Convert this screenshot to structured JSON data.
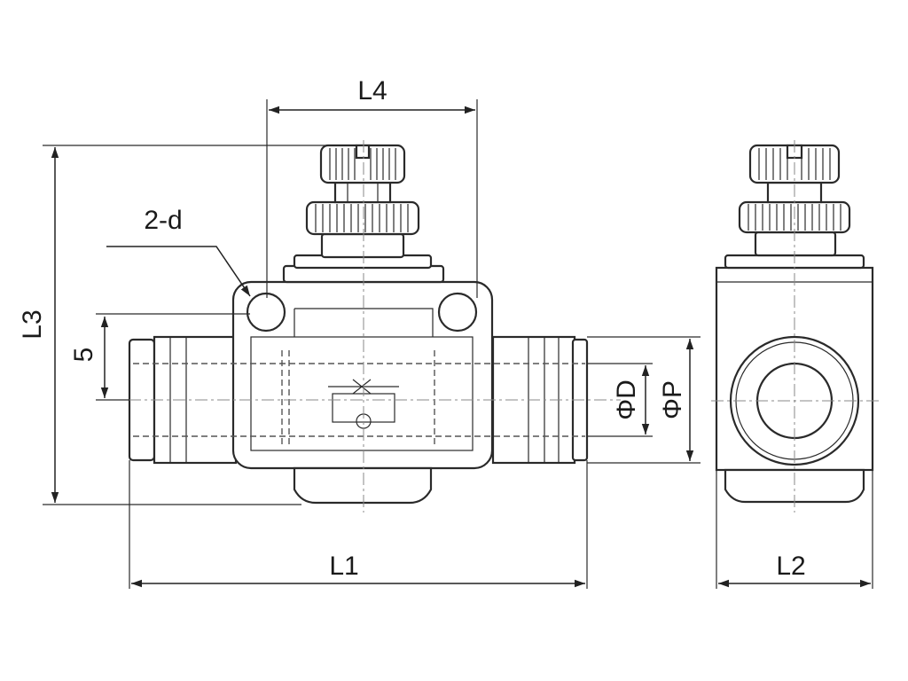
{
  "labels": {
    "L4": "L4",
    "L3": "L3",
    "L1": "L1",
    "L2": "L2",
    "d": "2-d",
    "five": "5",
    "phiD": "ΦD",
    "phiP": "ΦP"
  },
  "colors": {
    "line": "#2a2a2a",
    "background": "#ffffff"
  }
}
